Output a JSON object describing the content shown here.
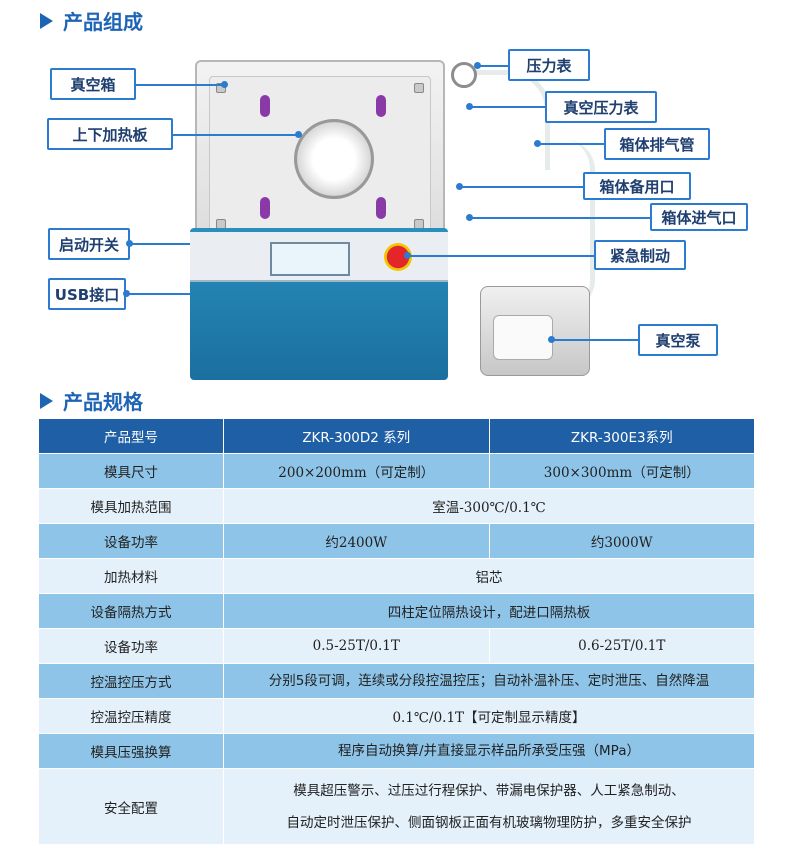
{
  "section_composition": "产品组成",
  "section_specs": "产品规格",
  "callouts": {
    "vacuum_box": "真空箱",
    "heating_plate": "上下加热板",
    "start_switch": "启动开关",
    "usb_port": "USB接口",
    "pressure_gauge": "压力表",
    "vacuum_gauge": "真空压力表",
    "exhaust_pipe": "箱体排气管",
    "spare_port": "箱体备用口",
    "inlet_port": "箱体进气口",
    "emergency_stop": "紧急制动",
    "vacuum_pump": "真空泵"
  },
  "table": {
    "header": [
      "产品型号",
      "ZKR-300D2 系列",
      "ZKR-300E3系列"
    ],
    "rows": [
      {
        "label": "模具尺寸",
        "c1": "200×200mm（可定制）",
        "c2": "300×300mm（可定制）"
      },
      {
        "label": "模具加热范围",
        "span": "室温-300℃/0.1℃"
      },
      {
        "label": "设备功率",
        "c1": "约2400W",
        "c2": "约3000W"
      },
      {
        "label": "加热材料",
        "span": "铝芯"
      },
      {
        "label": "设备隔热方式",
        "span": "四柱定位隔热设计，配进口隔热板"
      },
      {
        "label": "设备功率",
        "c1": "0.5-25T/0.1T",
        "c2": "0.6-25T/0.1T"
      },
      {
        "label": "控温控压方式",
        "span": "分别5段可调，连续或分段控温控压；自动补温补压、定时泄压、自然降温"
      },
      {
        "label": "控温控压精度",
        "span": "0.1℃/0.1T【可定制显示精度】"
      },
      {
        "label": "模具压强换算",
        "span": "程序自动换算/并直接显示样品所承受压强（MPa）"
      },
      {
        "label": "安全配置",
        "span_line1": "模具超压警示、过压过行程保护、带漏电保护器、人工紧急制动、",
        "span_line2": "自动定时泄压保护、侧面钢板正面有机玻璃物理防护，多重安全保护"
      }
    ]
  },
  "colors": {
    "accent": "#1e64b4",
    "header_bg": "#1e5fa5",
    "row_dark": "#8ec4e8",
    "row_light": "#e4f1fb"
  }
}
